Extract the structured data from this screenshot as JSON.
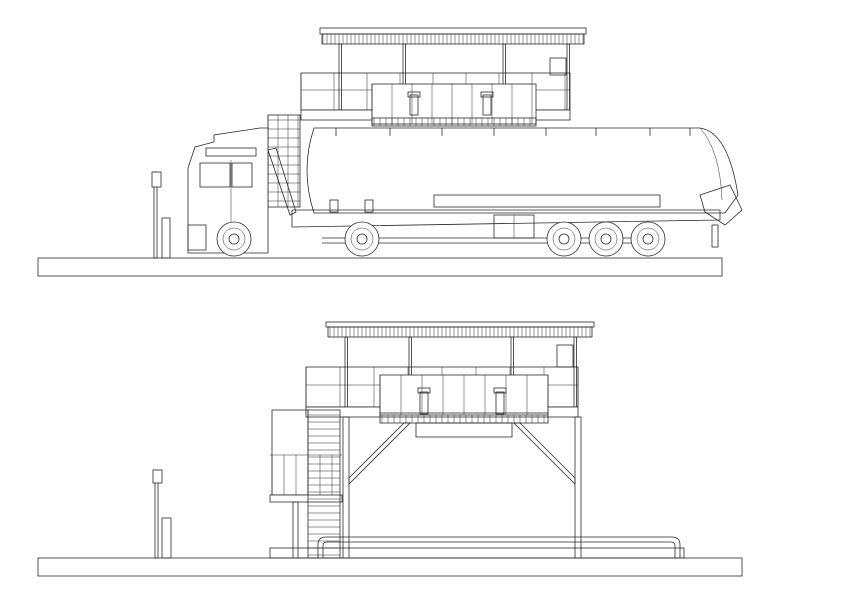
{
  "drawing": {
    "views": [
      {
        "id": "side-view",
        "subject": "tanker-truck-loading-station"
      },
      {
        "id": "front-view",
        "subject": "loading-gantry"
      }
    ],
    "colors": {
      "line": "#2a2a2a",
      "background": "#ffffff"
    }
  }
}
